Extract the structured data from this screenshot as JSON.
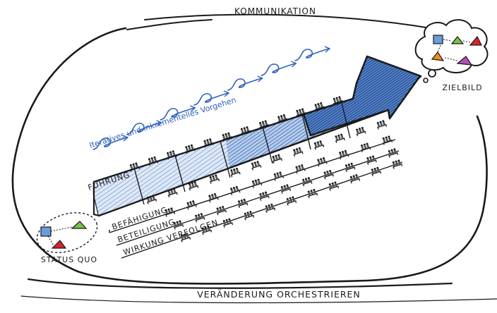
{
  "labels": {
    "kommunikation": "KOMMUNIKATION",
    "veraenderung": "VERÄNDERUNG ORCHESTRIEREN",
    "zielbild": "ZIELBILD",
    "status_quo": "STATUS QUO",
    "iterativ": "Iteratives und inkrementelles Vorgehen",
    "fuehrung": "FÜHRUNG",
    "befaehigung": "BEFÄHIGUNG",
    "beteiligung": "BETEILIGUNG",
    "wirkung": "WIRKUNG VERFOLGEN"
  },
  "colors": {
    "ink": "#1a1a1a",
    "blue_dark": "#1f4fa0",
    "blue_light": "#a9c1e3",
    "iter_blue": "#2f62b8",
    "green": "#7cc242",
    "red": "#d8232a",
    "orange": "#f08a1c",
    "purple": "#b04fb4",
    "square_blue": "#6b9bd8"
  },
  "icons": {
    "iteration": "loop-arrow-icon",
    "bench": "bench-figures-icon",
    "thought": "thought-cloud-icon"
  }
}
